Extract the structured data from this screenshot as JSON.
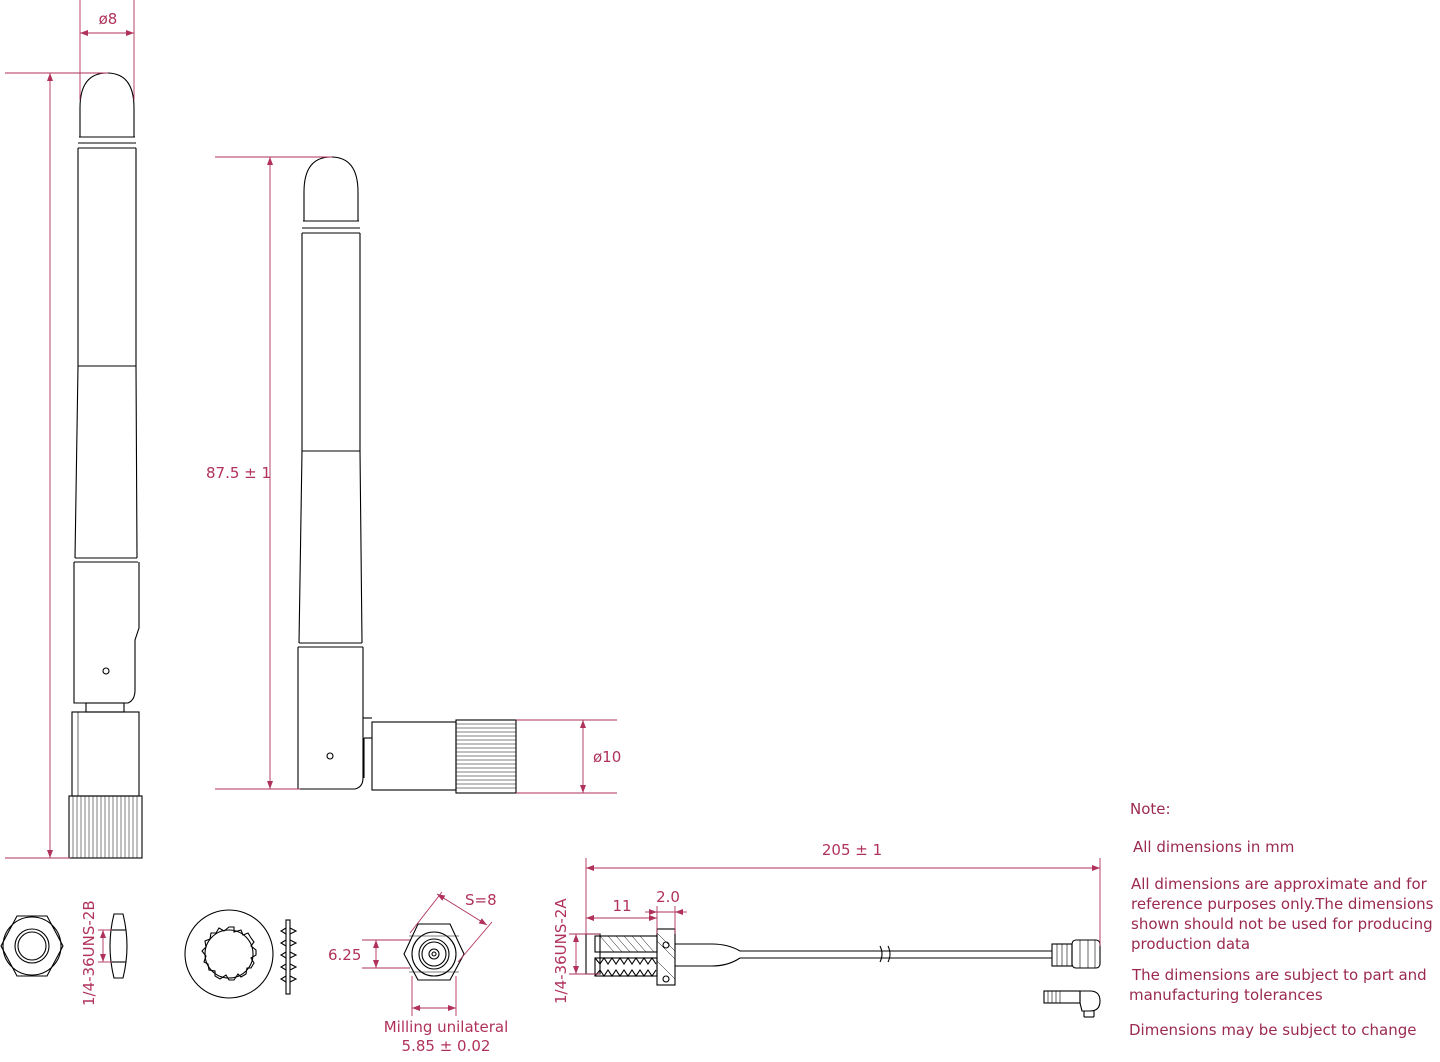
{
  "dimensions": {
    "dia8": "ø8",
    "len_875": "87.5 ± 1",
    "dia10": "ø10",
    "len_205": "205 ± 1",
    "len_11": "11",
    "len_20": "2.0",
    "thread_2b": "1/4-36UNS-2B",
    "thread_2a": "1/4-36UNS-2A",
    "s8": "S=8",
    "h625": "6.25",
    "milling_label": "Milling unilateral",
    "milling_value": "5.85 ± 0.02"
  },
  "notes": {
    "title": "Note:",
    "line1": "All dimensions in mm",
    "line2a": "All dimensions are approximate and for",
    "line2b": "reference purposes only.The dimensions",
    "line2c": "shown should not be used for producing",
    "line2d": "production data",
    "line3a": "The dimensions are subject to part and",
    "line3b": "manufacturing  tolerances",
    "line4": "Dimensions may be subject to change"
  },
  "colors": {
    "line": "#000000",
    "dimension": "#b0325a",
    "note": "#9b2a4f"
  }
}
